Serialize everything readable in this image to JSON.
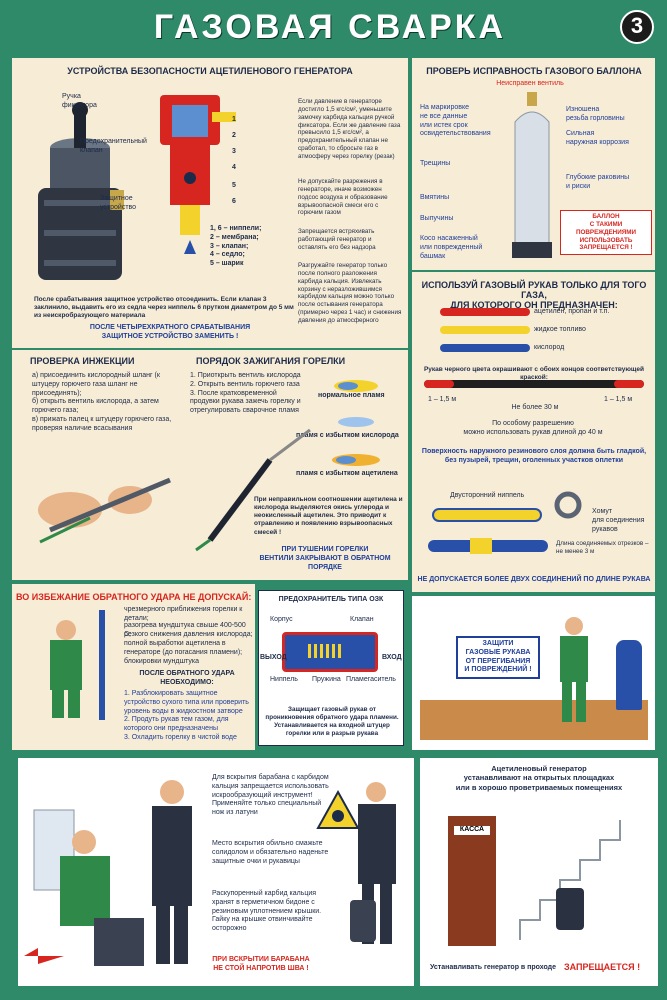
{
  "title": "ГАЗОВАЯ СВАРКА",
  "sheet_number": "3",
  "colors": {
    "frame": "#2f8a6a",
    "panel": "#f7ecd6",
    "heading_blue": "#1f3f9a",
    "warning_red": "#d7261f",
    "hose_yellow": "#f2d22b",
    "hose_blue": "#2950a8"
  },
  "generator": {
    "heading": "УСТРОЙСТВА БЕЗОПАСНОСТИ АЦЕТИЛЕНОВОГО ГЕНЕРАТОРА",
    "label_handle": "Ручка\nфиксатора",
    "label_valve": "Предохранительный\nклапан",
    "label_device": "Защитное\nустройство",
    "nums": [
      "1",
      "2",
      "3",
      "4",
      "5",
      "6"
    ],
    "legend": "1, 6 – ниппели;\n2 – мембрана;\n3 – клапан;\n4 – седло;\n5 – шарик",
    "bullets": [
      "Если давление в генераторе достигло 1,5 кгс/см², уменьшите замочку карбида кальция ручкой фиксатора. Если же давление газа превысило 1,5 кгс/см², а предохранительный клапан не сработал, то сбросьте газ в атмосферу через горелку (резак)",
      "Не допускайте разрежения в генераторе, иначе возможен подсос воздуха и образование взрывоопасной смеси его с горючим газом",
      "Запрещается встряхивать работающий генератор и оставлять его без надзора",
      "Разгружайте генератор только после полного разложения карбида кальция. Извлекать корзину с неразложившимся карбидом кальция можно только после остывания генератора (примерно через 1 час) и снижения давления до атмосферного"
    ],
    "after_text": "После срабатывания защитное устройство отсоединить. Если клапан 3 заклинило, выдавить его из седла через ниппель 6 прутком диаметром до 5 мм из неискробразующего материала",
    "replace_note": "ПОСЛЕ ЧЕТЫРЕХКРАТНОГО СРАБАТЫВАНИЯ\nЗАЩИТНОЕ УСТРОЙСТВО ЗАМЕНИТЬ !"
  },
  "injection": {
    "heading": "ПРОВЕРКА ИНЖЕКЦИИ",
    "text": "а) присоединить кислородный шланг (к штуцеру горючего газа шланг не присоединять);\nб) открыть вентиль кислорода, а затем горючего газа;\nв) прижать палец к штуцеру горючего газа, проверяя наличие всасывания"
  },
  "ignition": {
    "heading": "ПОРЯДОК ЗАЖИГАНИЯ ГОРЕЛКИ",
    "steps": "1. Приоткрыть вентиль кислорода\n2. Открыть вентиль горючего газа\n3. После кратковременной продувки рукава зажечь горелку и отрегулировать сварочное пламя",
    "flames": [
      "нормальное пламя",
      "пламя с избытком кислорода",
      "пламя с избытком ацетилена"
    ],
    "note": "При неправильном соотношении ацетилена и кислорода выделяются окись углерода и неокисленный ацетилен. Это приводит к отравлению и появлению взрывоопасных смесей !",
    "close_note": "ПРИ ТУШЕНИИ ГОРЕЛКИ\nВЕНТИЛИ ЗАКРЫВАЮТ В ОБРАТНОМ ПОРЯДКЕ"
  },
  "cylinder": {
    "heading": "ПРОВЕРЬ ИСПРАВНОСТЬ ГАЗОВОГО БАЛЛОНА",
    "top_label": "Неисправен вентиль",
    "left_labels": [
      "На маркировке\nне все данные\nили истек срок\nосвидетельствования",
      "Трещины",
      "Вмятины",
      "Выпучины",
      "Косо насаженный\nили поврежденный\nбашмак"
    ],
    "right_labels": [
      "Изношена\nрезьба горловины",
      "Сильная\nнаружная коррозия",
      "Глубокие раковины\nи риски"
    ],
    "ban": "БАЛЛОН\nС ТАКИМИ ПОВРЕЖДЕНИЯМИ\nИСПОЛЬЗОВАТЬ ЗАПРЕЩАЕТСЯ !"
  },
  "hoses": {
    "heading": "ИСПОЛЬЗУЙ ГАЗОВЫЙ РУКАВ ТОЛЬКО ДЛЯ ТОГО ГАЗА,\nДЛЯ КОТОРОГО ОН ПРЕДНАЗНАЧЕН:",
    "types": [
      "ацетилен, пропан и т.п.",
      "жидкое топливо",
      "кислород"
    ],
    "black_note": "Рукав черного цвета окрашивают с обоих концов соответствующей краской:",
    "end_len": "1 – 1,5 м",
    "mid_len": "Не более 30 м",
    "special": "По особому разрешению\nможно использовать рукав длиной до 40 м",
    "surface": "Поверхность наружного резинового слоя должна быть гладкой,\nбез пузырей, трещин, оголенных участков оплетки",
    "nipple": "Двусторонний ниппель",
    "clamp": "Хомут\nдля соединения\nрукавов",
    "segments": "Длина соединяемых отрезков –\nне менее 3 м",
    "max_joints": "НЕ ДОПУСКАЕТСЯ БОЛЕЕ ДВУХ СОЕДИНЕНИЙ ПО ДЛИНЕ РУКАВА"
  },
  "backfire": {
    "heading": "ВО ИЗБЕЖАНИЕ ОБРАТНОГО УДАРА НЕ ДОПУСКАЙ:",
    "items": [
      "чрезмерного приближения горелки к детали;",
      "разогрева мундштука свыше 400-500 С;",
      "резкого снижения давления кислорода;",
      "полной выработки ацетилена в генераторе (до погасания пламени);",
      "блокировки мундштука"
    ],
    "after_heading": "ПОСЛЕ ОБРАТНОГО УДАРА\nНЕОБХОДИМО:",
    "after_steps": "1. Разблокировать защитное устройство сухого типа или проверить уровень воды в жидкостном затворе\n2. Продуть рукав тем газом, для которого они предназначены\n3. Охладить горелку в чистой воде"
  },
  "ozk": {
    "heading": "ПРЕДОХРАНИТЕЛЬ ТИПА ОЗК",
    "labels": [
      "Корпус",
      "Клапан",
      "ВЫХОД",
      "ВХОД",
      "Ниппель",
      "Пружина",
      "Пламегаситель"
    ],
    "caption": "Защищает газовый рукав от проникновения обратного удара пламени. Устанавливается на входной штуцер горелки или в разрыв рукава"
  },
  "protect_sign": "ЗАЩИТИ\nГАЗОВЫЕ РУКАВА\nОТ ПЕРЕГИБАНИЯ\nИ ПОВРЕЖДЕНИЙ !",
  "drum": {
    "text1": "Для вскрытия барабана с карбидом кальция запрещается использовать искрообразующий инструмент! Применяйте только специальный нож из латуни",
    "text2": "Место вскрытия обильно смажьте солидолом и обязательно наденьте защитные очки и рукавицы",
    "text3": "Раскупоренный карбид кальция хранят в герметичном бидоне с резиновым уплотнением крышки. Гайку на крышке отвинчивайте осторожно",
    "warning": "ПРИ ВСКРЫТИИ БАРАБАНА\nНЕ СТОЙ НАПРОТИВ ШВА !"
  },
  "placement": {
    "text": "Ацетиленовый генератор\nустанавливают на открытых площадках\nили в хорошо проветриваемых помещениях",
    "door_sign": "КАССА",
    "bottom_text": "Устанавливать генератор в проходе",
    "bottom_ban": "ЗАПРЕЩАЕТСЯ !"
  }
}
